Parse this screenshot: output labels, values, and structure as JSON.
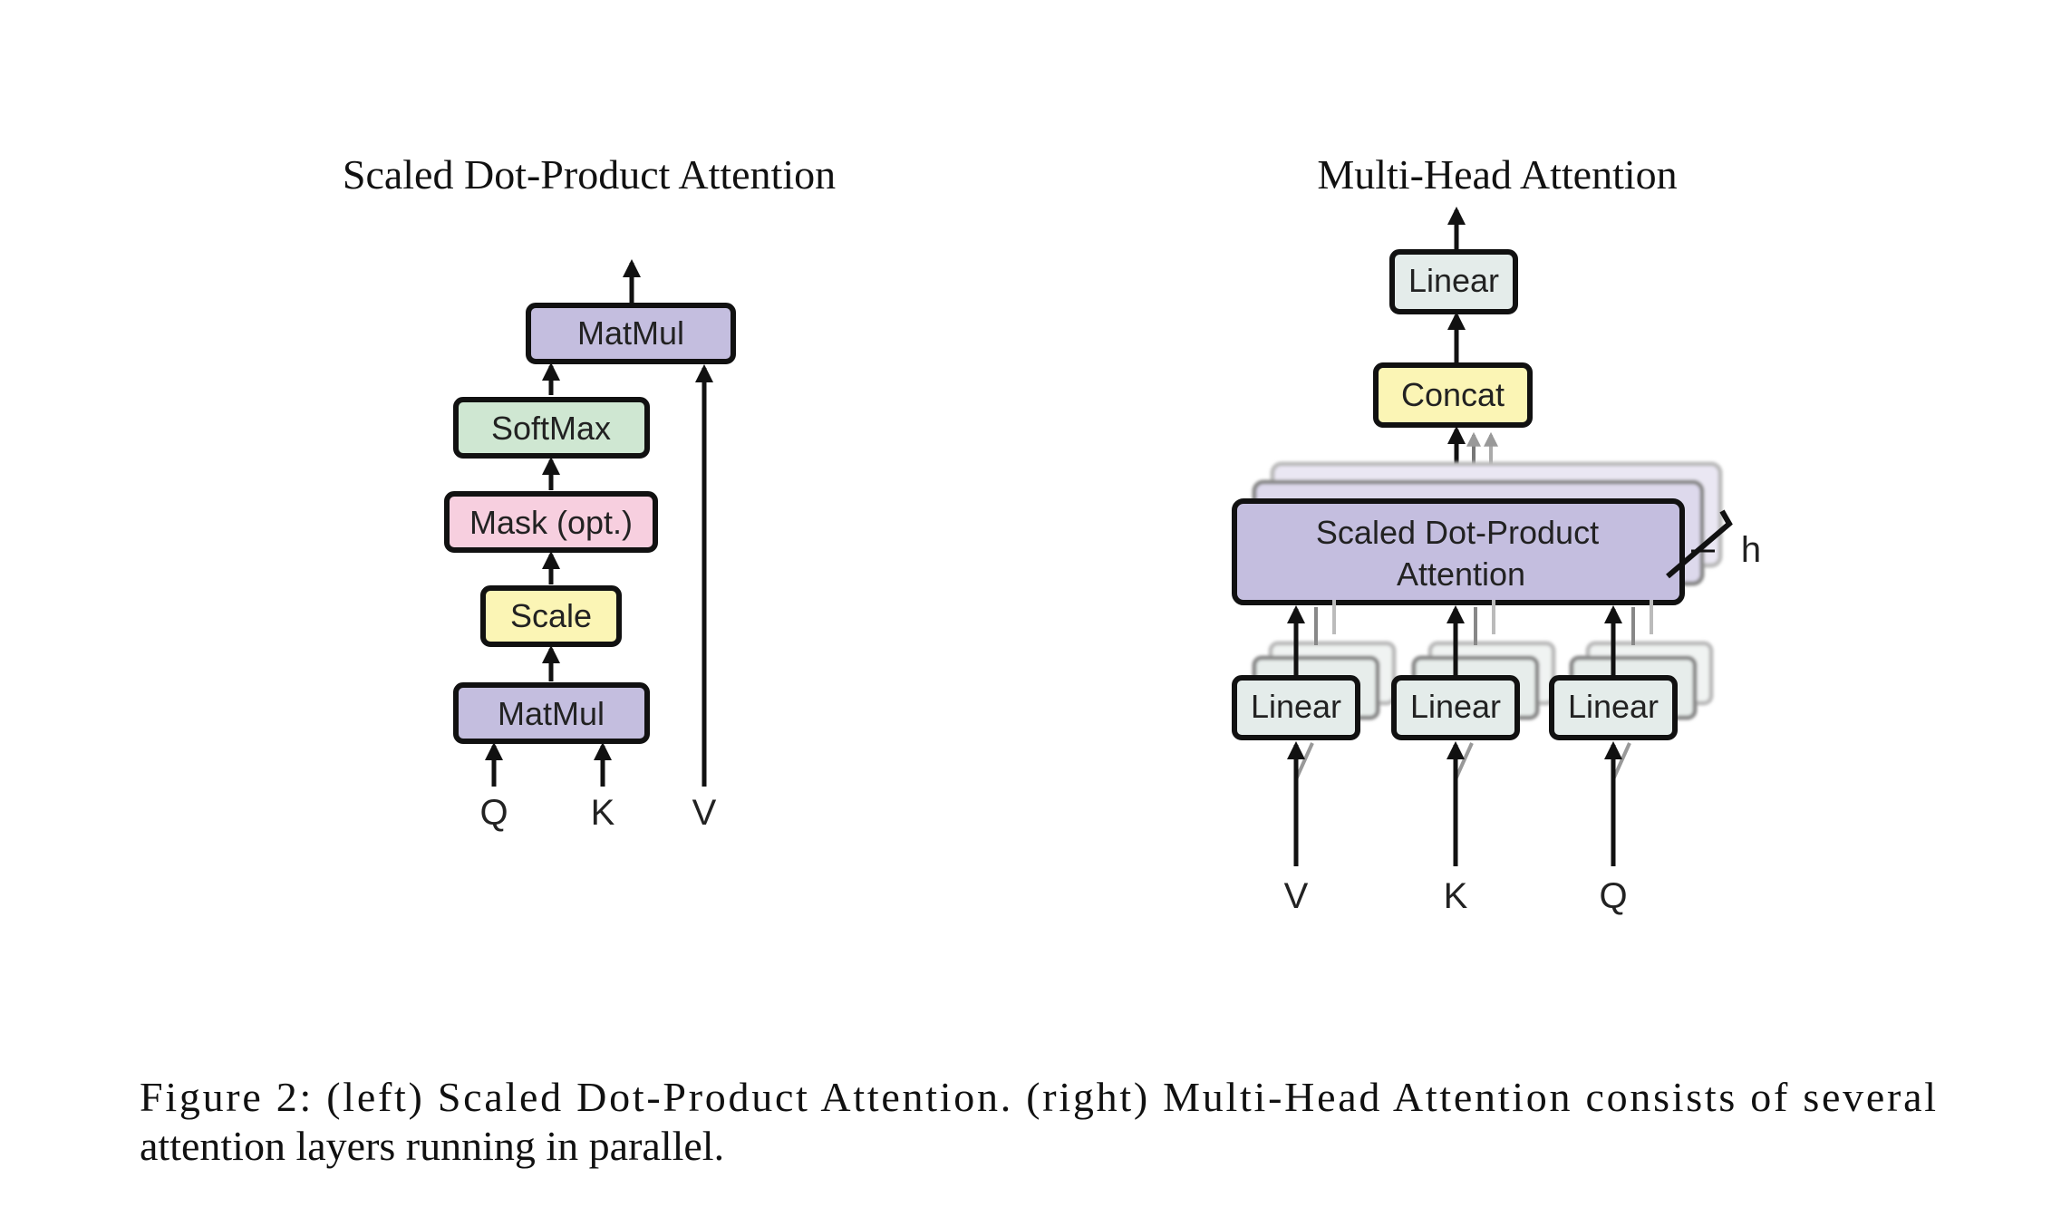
{
  "colors": {
    "matmul": "#c4bedf",
    "softmax": "#cfe7d2",
    "mask": "#f7cfdf",
    "scale": "#fbf5b5",
    "linear": "#e4ecea",
    "concat": "#fbf5b5",
    "attention": "#c4bedf",
    "stroke": "#111111"
  },
  "left_panel": {
    "title": "Scaled Dot-Product Attention",
    "boxes": {
      "matmul_top": "MatMul",
      "softmax": "SoftMax",
      "mask": "Mask (opt.)",
      "scale": "Scale",
      "matmul_bottom": "MatMul"
    },
    "inputs": {
      "q": "Q",
      "k": "K",
      "v": "V"
    }
  },
  "right_panel": {
    "title": "Multi-Head Attention",
    "boxes": {
      "linear_top": "Linear",
      "concat": "Concat",
      "attention_line1": "Scaled Dot-Product",
      "attention_line2": "Attention",
      "linear_v": "Linear",
      "linear_k": "Linear",
      "linear_q": "Linear"
    },
    "heads_label": "h",
    "inputs": {
      "v": "V",
      "k": "K",
      "q": "Q"
    }
  },
  "caption": {
    "line1": "Figure 2: (left) Scaled Dot-Product Attention. (right) Multi-Head Attention consists of several",
    "line2": "attention layers running in parallel."
  }
}
